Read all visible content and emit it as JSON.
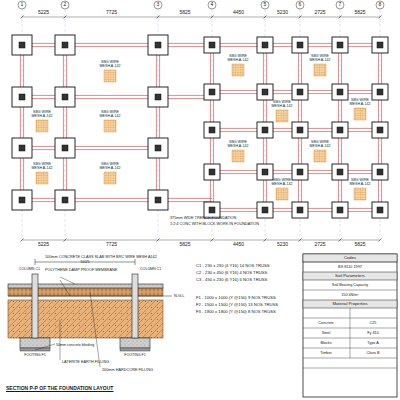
{
  "diagram": {
    "caption": "SECTION P-P OF THE FOUNDATION LAYOUT",
    "labels": [
      "5225",
      "7725",
      "5825",
      "4450",
      "5230",
      "2725",
      "5825",
      "1",
      "2",
      "3",
      "4",
      "5",
      "6",
      "7",
      "8",
      "5225",
      "7725",
      "5825",
      "4450",
      "5230",
      "2725",
      "5825",
      "SBG WIRE MESH A-142",
      "SBG WIRE MESH A-142",
      "SBG WIRE MESH A-142",
      "SBG WIRE MESH A-142",
      "SBG WIRE MESH A-142",
      "SBG WIRE MESH A-142",
      "SBG WIRE MESH A-142",
      "SBG WIRE MESH A-142",
      "SBG WIRE MESH A-142",
      "SBG WIRE MESH A-142",
      "SBG WIRE MESH A-142",
      "SBG WIRE MESH A-142",
      "SBG WIRE MESH A-142",
      "375mm WIDE TRENCH FOUNDATION",
      "1:2:4 CONC WITH BLOCK WORK IN FOUNDATION",
      "100mm CONCRETE CLASS SLAB WITH BRC WIRE MESH A142",
      "POLYTHENE DAMP PROOF MEMBRANE",
      "COLUMN C1",
      "COLUMN C1",
      "N.G.L",
      "50mm concrete blinding",
      "LATERITE EARTH FILLING",
      "200mm HARDCORE FILLING",
      "FOOTING F1",
      "FOOTING F1",
      "5025",
      "C1 - 230 x 230 (4 Y16)  14 NOS TRUSS",
      "C2 - 230 x 450 (6 Y16)  4 NOS TRUSS",
      "C3 - 450 x 230 (6 Y16)  6 NOS TRUSS",
      "F1 - 1000 x 1000 (Y @150)  9 NOS TRUSS",
      "F2 - 1500 x 1500 (Y @150)  13 NOS TRUSS",
      "F3 - 1800 x 1800 (Y @150)  8 NOS TRUSS",
      "Codes",
      "BS 8110 1997",
      "Soil Parameters",
      "Soil Bearing Capacity",
      "150 kN/m²",
      "Material Properties",
      "Concrete",
      "C25",
      "Steel",
      "Fy 410",
      "Blocks",
      "Type A",
      "Timber",
      "Class B"
    ]
  }
}
